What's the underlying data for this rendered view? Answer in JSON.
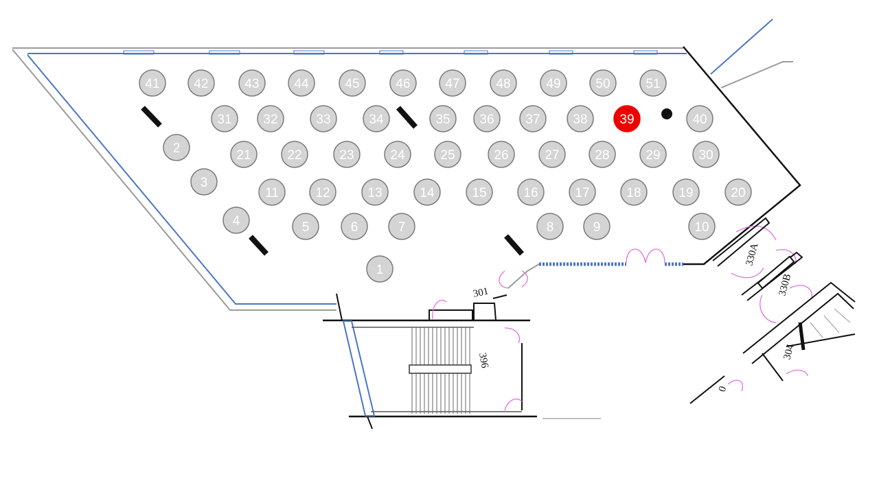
{
  "floor_plan": {
    "colors": {
      "table_fill": "#d4d4d4",
      "table_stroke": "#7a7a7a",
      "table_text": "#ffffff",
      "highlight_fill": "#ee0000",
      "wall_blue": "#4a74c9",
      "wall_gray": "#9a9a9a",
      "door_pink": "#e070e0",
      "line_dark": "#111111"
    },
    "selected_table": "39",
    "tables": [
      "41",
      "42",
      "43",
      "44",
      "45",
      "46",
      "47",
      "48",
      "49",
      "50",
      "51",
      "31",
      "32",
      "33",
      "34",
      "35",
      "36",
      "37",
      "38",
      "39",
      "40",
      "2",
      "21",
      "22",
      "23",
      "24",
      "25",
      "26",
      "27",
      "28",
      "29",
      "30",
      "3",
      "11",
      "12",
      "13",
      "14",
      "15",
      "16",
      "17",
      "18",
      "19",
      "20",
      "4",
      "5",
      "6",
      "7",
      "8",
      "9",
      "10",
      "1"
    ],
    "rooms": [
      {
        "id": "room-301",
        "label": "301"
      },
      {
        "id": "room-330a",
        "label": "330A"
      },
      {
        "id": "room-330b",
        "label": "330B"
      },
      {
        "id": "room-304",
        "label": "304"
      },
      {
        "id": "room-396",
        "label": "396"
      }
    ],
    "stray_label": "0"
  }
}
